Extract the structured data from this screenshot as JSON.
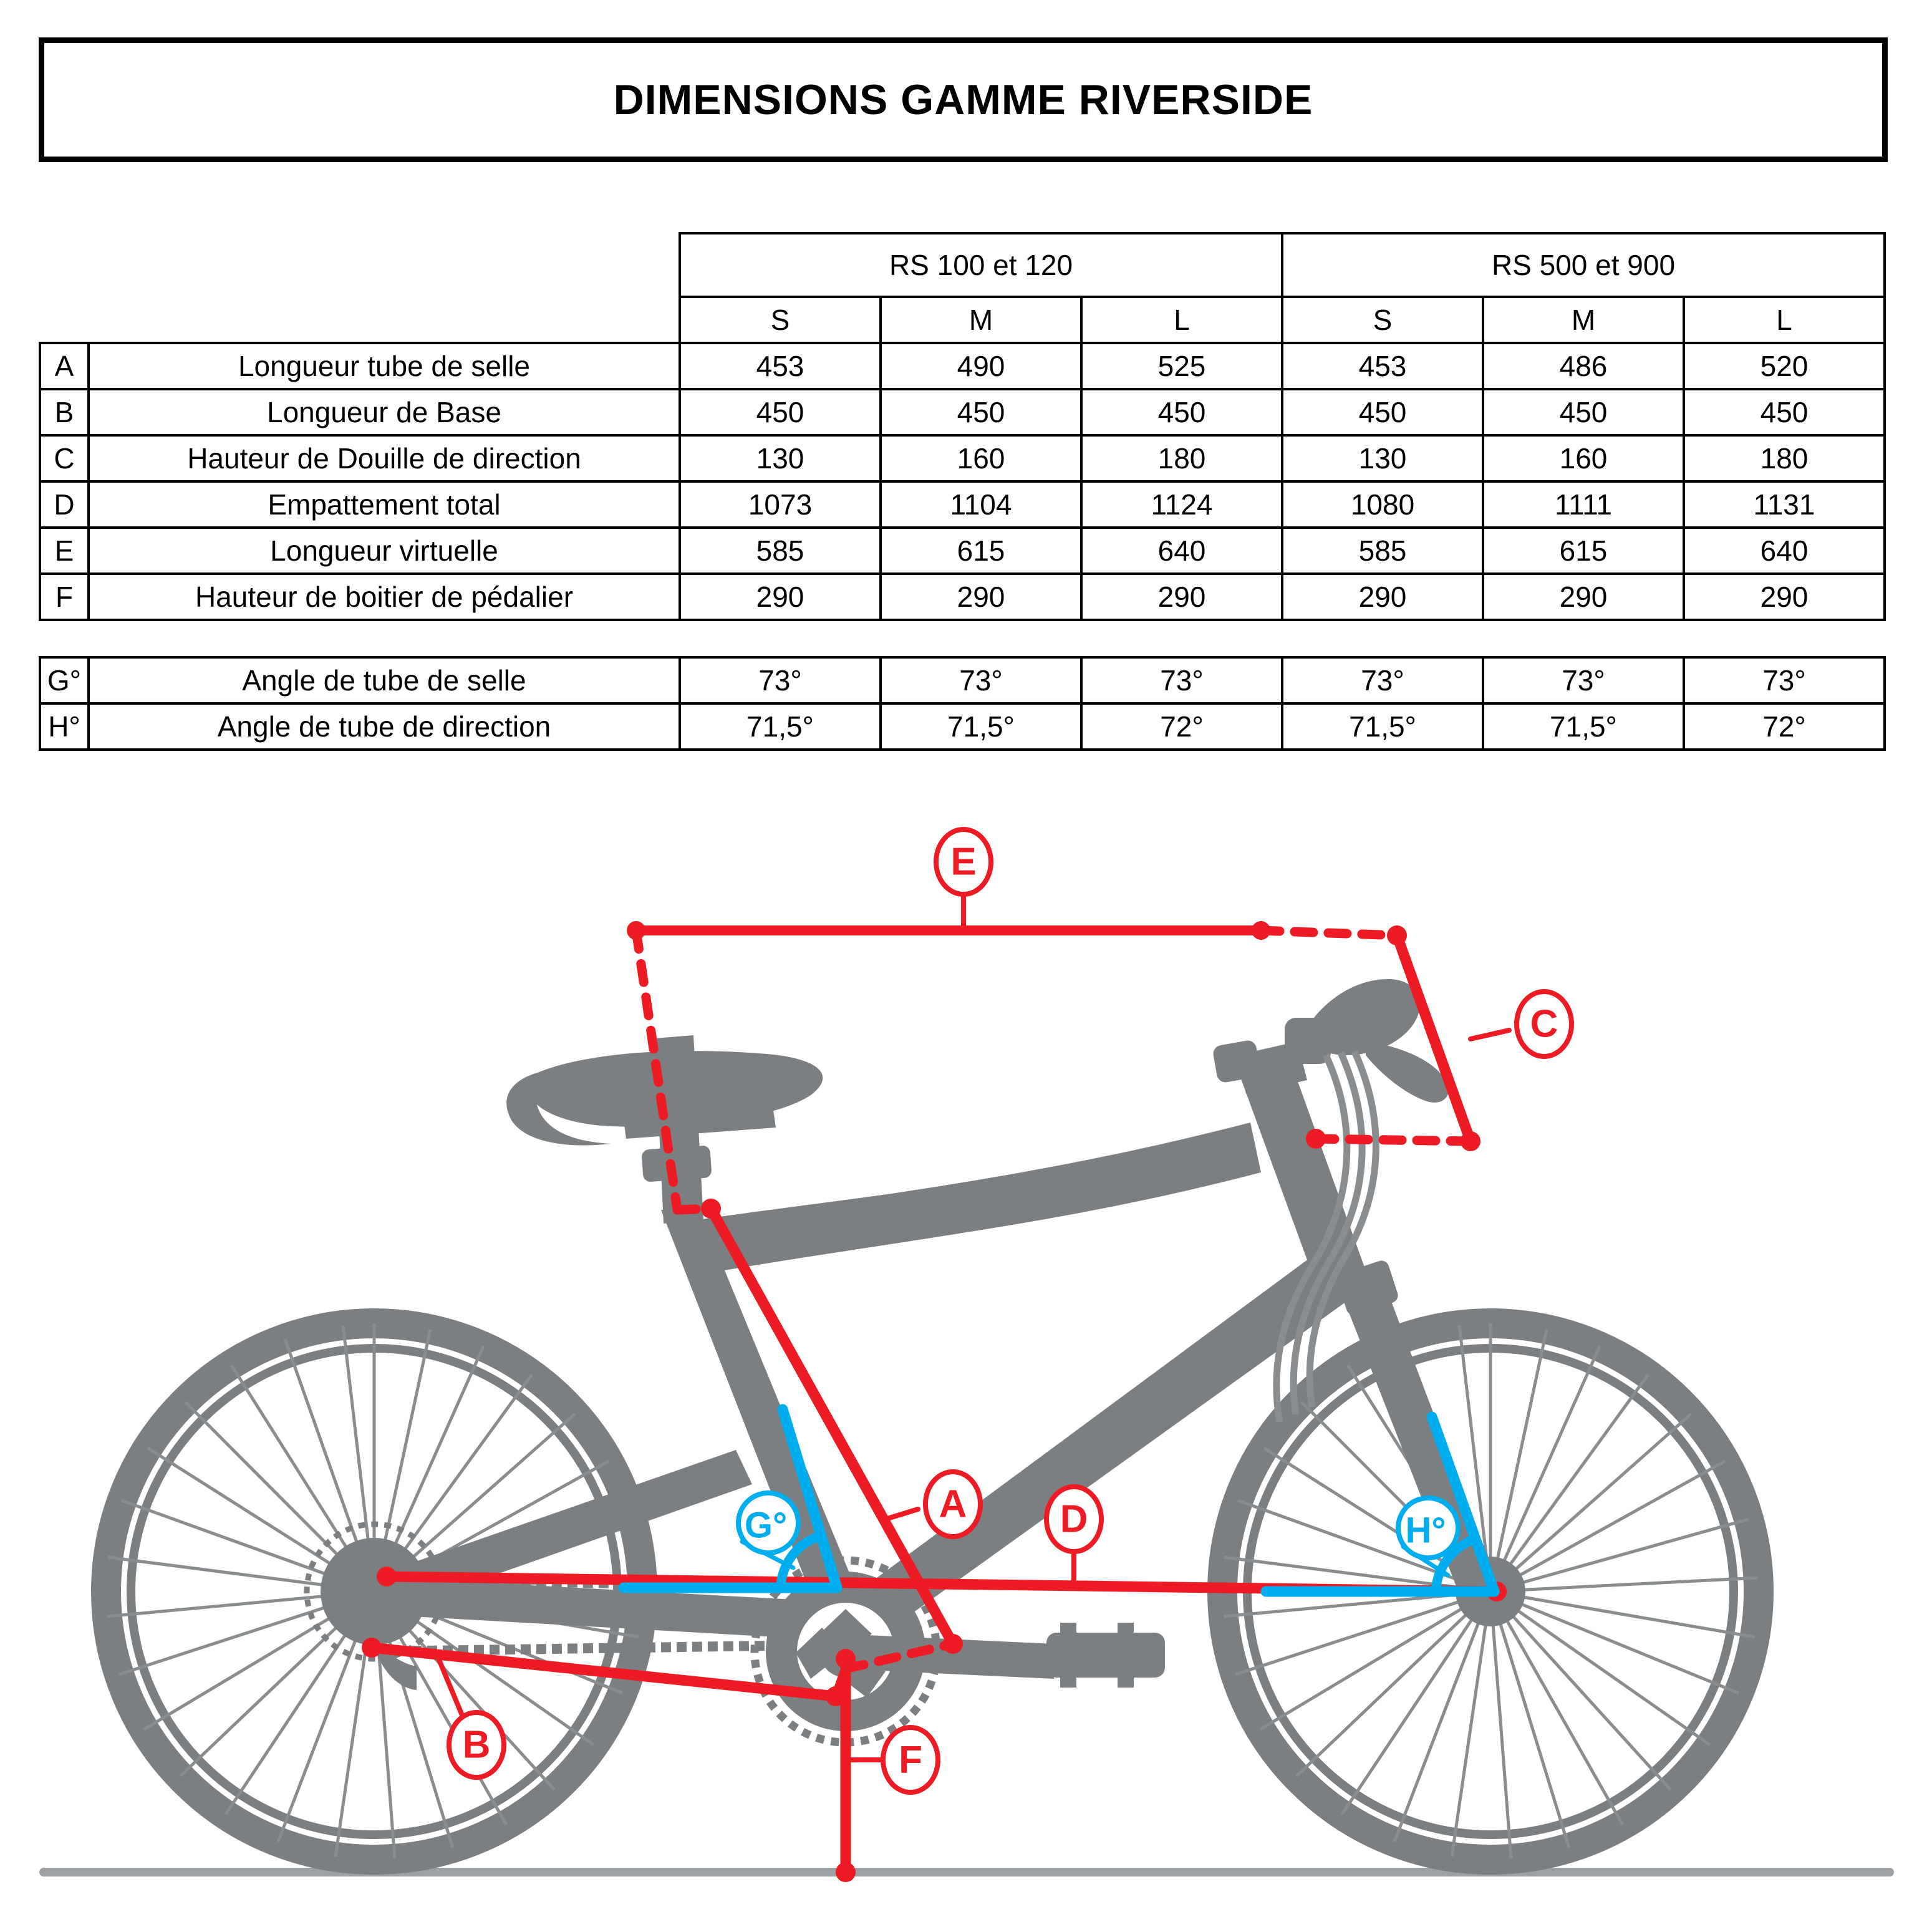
{
  "title": "DIMENSIONS GAMME RIVERSIDE",
  "colors": {
    "red": "#ED1C24",
    "blue": "#00AEEF",
    "frame_gray": "#7C7F81",
    "spoke_gray": "#8A8D8F",
    "ground_gray": "#9DA1A3",
    "border_black": "#000000"
  },
  "table": {
    "groups": [
      {
        "name": "RS 100 et 120",
        "sizes": [
          "S",
          "M",
          "L"
        ]
      },
      {
        "name": "RS 500 et 900",
        "sizes": [
          "S",
          "M",
          "L"
        ]
      }
    ],
    "size_headers": [
      "S",
      "M",
      "L",
      "S",
      "M",
      "L"
    ],
    "rows": [
      {
        "letter": "A",
        "label": "Longueur tube de selle",
        "values": [
          "453",
          "490",
          "525",
          "453",
          "486",
          "520"
        ]
      },
      {
        "letter": "B",
        "label": "Longueur de Base",
        "values": [
          "450",
          "450",
          "450",
          "450",
          "450",
          "450"
        ]
      },
      {
        "letter": "C",
        "label": "Hauteur de Douille de direction",
        "values": [
          "130",
          "160",
          "180",
          "130",
          "160",
          "180"
        ]
      },
      {
        "letter": "D",
        "label": "Empattement total",
        "values": [
          "1073",
          "1104",
          "1124",
          "1080",
          "1111",
          "1131"
        ]
      },
      {
        "letter": "E",
        "label": "Longueur virtuelle",
        "values": [
          "585",
          "615",
          "640",
          "585",
          "615",
          "640"
        ]
      },
      {
        "letter": "F",
        "label": "Hauteur de boitier de pédalier",
        "values": [
          "290",
          "290",
          "290",
          "290",
          "290",
          "290"
        ]
      }
    ],
    "angle_rows": [
      {
        "letter": "G°",
        "label": "Angle de tube de selle",
        "values": [
          "73°",
          "73°",
          "73°",
          "73°",
          "73°",
          "73°"
        ]
      },
      {
        "letter": "H°",
        "label": "Angle de tube de direction",
        "values": [
          "71,5°",
          "71,5°",
          "72°",
          "71,5°",
          "71,5°",
          "72°"
        ]
      }
    ]
  },
  "diagram": {
    "callouts": [
      {
        "id": "E",
        "letter": "E",
        "color": "red",
        "meaning": "Longueur virtuelle"
      },
      {
        "id": "C",
        "letter": "C",
        "color": "red",
        "meaning": "Hauteur de Douille de direction"
      },
      {
        "id": "A",
        "letter": "A",
        "color": "red",
        "meaning": "Longueur tube de selle"
      },
      {
        "id": "D",
        "letter": "D",
        "color": "red",
        "meaning": "Empattement total"
      },
      {
        "id": "B",
        "letter": "B",
        "color": "red",
        "meaning": "Longueur de Base"
      },
      {
        "id": "F",
        "letter": "F",
        "color": "red",
        "meaning": "Hauteur de boitier de pédalier"
      },
      {
        "id": "G",
        "letter": "G°",
        "color": "blue",
        "meaning": "Angle de tube de selle"
      },
      {
        "id": "H",
        "letter": "H°",
        "color": "blue",
        "meaning": "Angle de tube de direction"
      }
    ]
  }
}
